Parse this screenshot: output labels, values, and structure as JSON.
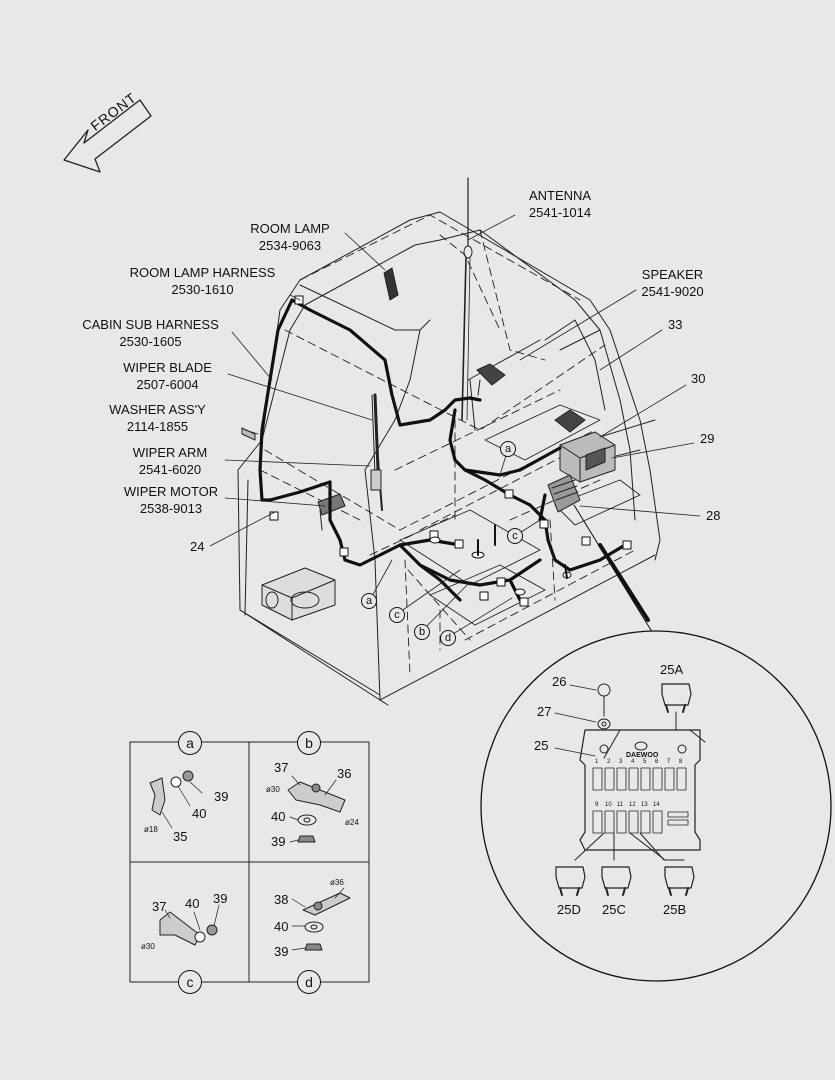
{
  "front_label": "FRONT",
  "callouts": {
    "antenna": {
      "name": "ANTENNA",
      "part": "2541-1014"
    },
    "room_lamp": {
      "name": "ROOM LAMP",
      "part": "2534-9063"
    },
    "room_lamp_harness": {
      "name": "ROOM LAMP HARNESS",
      "part": "2530-1610"
    },
    "cabin_sub_harness": {
      "name": "CABIN SUB HARNESS",
      "part": "2530-1605"
    },
    "wiper_blade": {
      "name": "WIPER BLADE",
      "part": "2507-6004"
    },
    "washer_assy": {
      "name": "WASHER ASS'Y",
      "part": "2114-1855"
    },
    "wiper_arm": {
      "name": "WIPER ARM",
      "part": "2541-6020"
    },
    "wiper_motor": {
      "name": "WIPER MOTOR",
      "part": "2538-9013"
    },
    "speaker": {
      "name": "SPEAKER",
      "part": "2541-9020"
    }
  },
  "item_numbers": {
    "n33": "33",
    "n30": "30",
    "n29": "29",
    "n28": "28",
    "n24": "24",
    "n26": "26",
    "n27": "27",
    "n25": "25",
    "n25a": "25A",
    "n25b": "25B",
    "n25c": "25C",
    "n25d": "25D"
  },
  "ref_letters": {
    "a": "a",
    "b": "b",
    "c": "c",
    "d": "d"
  },
  "fusebox": {
    "brand": "DAEWOO",
    "top_row": [
      "1",
      "2",
      "3",
      "4",
      "5",
      "6",
      "7",
      "8"
    ],
    "bottom_row": [
      "9",
      "10",
      "11",
      "12",
      "13",
      "14"
    ]
  },
  "detail_a": {
    "letter": "a",
    "parts": [
      "39",
      "40",
      "35"
    ],
    "diameter": "ø18"
  },
  "detail_b": {
    "letter": "b",
    "parts": [
      "37",
      "36",
      "40",
      "39"
    ],
    "diameters": [
      "ø30",
      "ø24"
    ]
  },
  "detail_c": {
    "letter": "c",
    "parts": [
      "37",
      "40",
      "39"
    ],
    "diameter": "ø30"
  },
  "detail_d": {
    "letter": "d",
    "parts": [
      "38",
      "40",
      "39"
    ],
    "diameter": "ø36"
  }
}
